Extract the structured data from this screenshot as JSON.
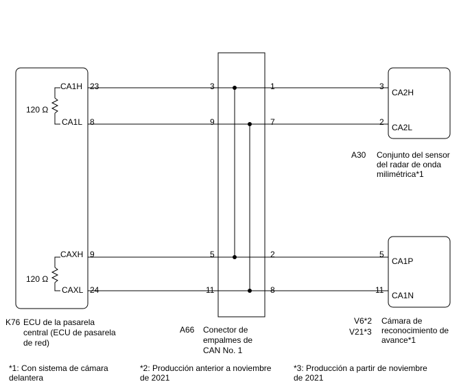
{
  "ecu": {
    "code": "K76",
    "name_line1": "ECU de la pasarela",
    "name_line2": "central (ECU de pasarela",
    "name_line3": "de red)",
    "resistor_top": "120 Ω",
    "resistor_bottom": "120 Ω",
    "pins": [
      {
        "name": "CA1H",
        "num": "23"
      },
      {
        "name": "CA1L",
        "num": "8"
      },
      {
        "name": "CAXH",
        "num": "9"
      },
      {
        "name": "CAXL",
        "num": "24"
      }
    ]
  },
  "junction": {
    "code": "A66",
    "name_line1": "Conector de",
    "name_line2": "empalmes de",
    "name_line3": "CAN No. 1",
    "left_pins": [
      "3",
      "9",
      "5",
      "11"
    ],
    "right_pins": [
      "1",
      "7",
      "2",
      "8"
    ]
  },
  "radar": {
    "code": "A30",
    "name_line1": "Conjunto del sensor",
    "name_line2": "del radar de onda",
    "name_line3": "milimétrica*1",
    "pins": [
      {
        "num": "3",
        "name": "CA2H"
      },
      {
        "num": "2",
        "name": "CA2L"
      }
    ]
  },
  "camera": {
    "code1": "V6*2",
    "code2": "V21*3",
    "name_line1": "Cámara de",
    "name_line2": "reconocimiento de",
    "name_line3": "avance*1",
    "pins": [
      {
        "num": "5",
        "name": "CA1P"
      },
      {
        "num": "11",
        "name": "CA1N"
      }
    ]
  },
  "notes": {
    "n1_line1": "*1: Con sistema de cámara",
    "n1_line2": "delantera",
    "n2_line1": "*2: Producción anterior a noviembre",
    "n2_line2": "de 2021",
    "n3_line1": "*3: Producción a partir de noviembre",
    "n3_line2": "de 2021"
  }
}
